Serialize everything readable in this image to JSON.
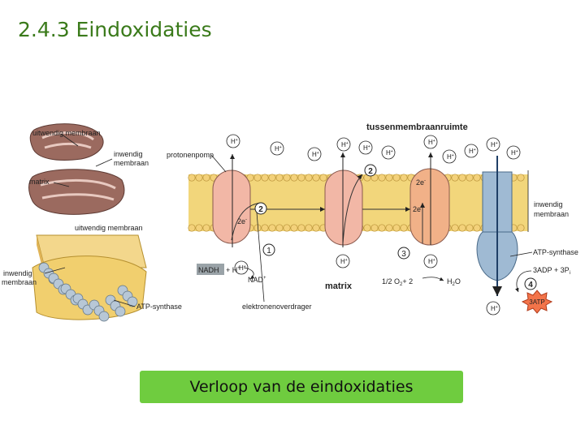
{
  "title": "2.4.3  Eindoxidaties",
  "caption": "Verloop van de eindoxidaties",
  "colors": {
    "title": "#3a7a1a",
    "caption_bg": "#6fcc3f"
  },
  "diagram": {
    "left": {
      "uitwendig_membraan_1": "uitwendig membraan",
      "inwendig_membraan_1a": "inwendig",
      "inwendig_membraan_1b": "membraan",
      "matrix": "matrix",
      "uitwendig_membraan_2": "uitwendig membraan",
      "inwendig_membraan_2a": "inwendig",
      "inwendig_membraan_2b": "membraan",
      "atp_synthase": "ATP-synthase"
    },
    "main": {
      "tussenmembraanruimte": "tussenmembraanruimte",
      "protonenpomp": "protonenpomp",
      "inwendig_a": "inwendig",
      "inwendig_b": "membraan",
      "atp_synthase": "ATP-synthase",
      "adp": "3ADP + 3P",
      "adp_sub": "i",
      "atp": "3ATP",
      "matrix": "matrix",
      "elektronenoverdrager": "elektronenoverdrager",
      "nadh": "NADH",
      "plus_h": "+ H",
      "nad": "NAD",
      "o2_half": "1/2 O",
      "o2_plus": "+ 2",
      "h2o": "H",
      "h2o_b": "O",
      "two_e": "2e",
      "h": "H",
      "plus": "+",
      "minus": "-",
      "steps": [
        "1",
        "2",
        "2",
        "3",
        "4"
      ]
    }
  }
}
